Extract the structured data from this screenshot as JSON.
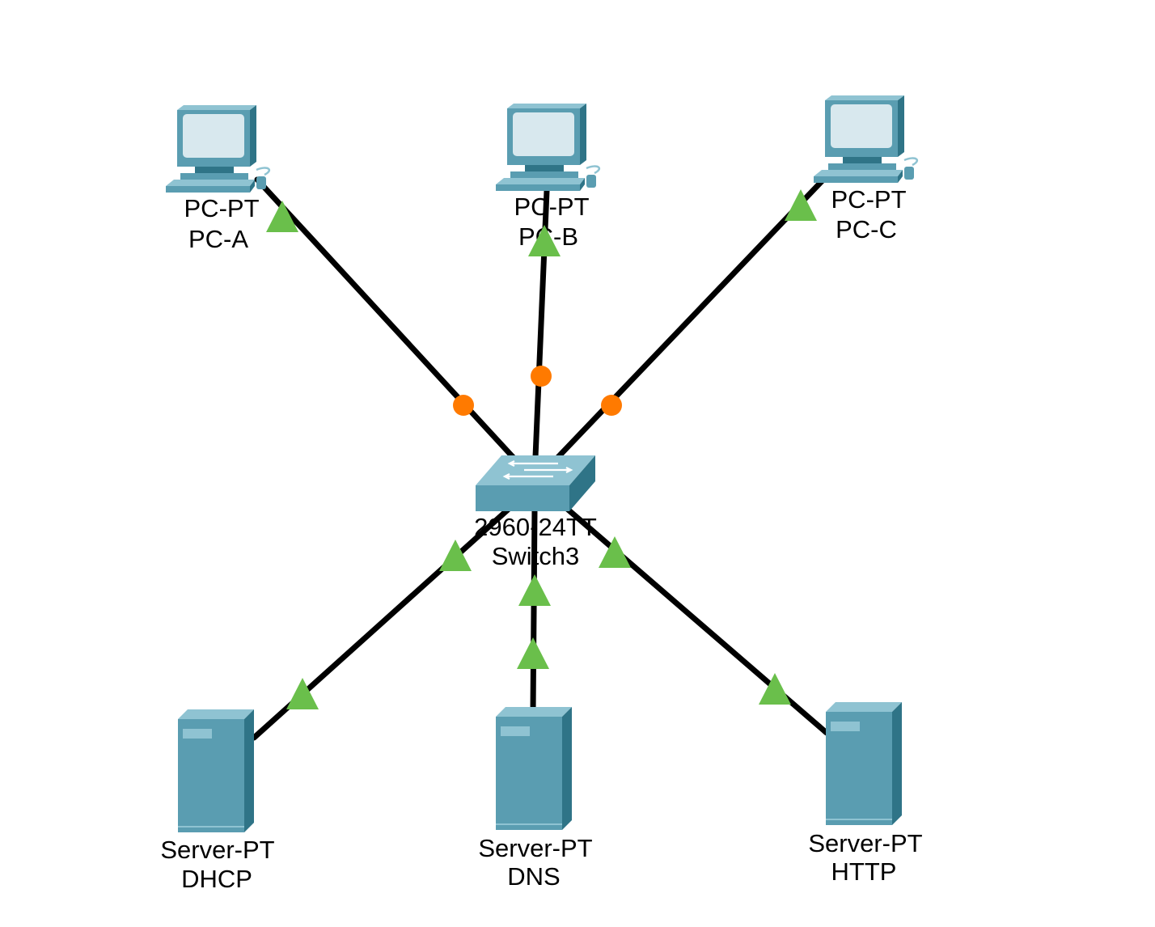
{
  "colors": {
    "link": "#000000",
    "status_up": "#6abf4b",
    "status_blocking": "#ff7a00",
    "device_front": "#5a9db1",
    "device_light": "#8fc3d2",
    "device_dark": "#2f7487",
    "screen": "#d8e8ee",
    "background": "#ffffff"
  },
  "devices": {
    "pc_a": {
      "icon": "pc-icon",
      "model": "PC-PT",
      "name": "PC-A"
    },
    "pc_b": {
      "icon": "pc-icon",
      "model": "PC-PT",
      "name": "PC-B"
    },
    "pc_c": {
      "icon": "pc-icon",
      "model": "PC-PT",
      "name": "PC-C"
    },
    "switch3": {
      "icon": "switch-icon",
      "model": "2960-24TT",
      "name": "Switch3"
    },
    "dhcp": {
      "icon": "server-icon",
      "model": "Server-PT",
      "name": "DHCP"
    },
    "dns": {
      "icon": "server-icon",
      "model": "Server-PT",
      "name": "DNS"
    },
    "http": {
      "icon": "server-icon",
      "model": "Server-PT",
      "name": "HTTP"
    }
  },
  "links": [
    {
      "from": "switch3",
      "to": "pc_a",
      "switch_end": "orange-circle",
      "device_end": "green-triangle"
    },
    {
      "from": "switch3",
      "to": "pc_b",
      "switch_end": "orange-circle",
      "device_end": "green-triangle"
    },
    {
      "from": "switch3",
      "to": "pc_c",
      "switch_end": "orange-circle",
      "device_end": "green-triangle"
    },
    {
      "from": "switch3",
      "to": "dhcp",
      "switch_end": "green-triangle",
      "device_end": "green-triangle"
    },
    {
      "from": "switch3",
      "to": "dns",
      "switch_end": "green-triangle",
      "device_end": "green-triangle"
    },
    {
      "from": "switch3",
      "to": "http",
      "switch_end": "green-triangle",
      "device_end": "green-triangle"
    }
  ]
}
